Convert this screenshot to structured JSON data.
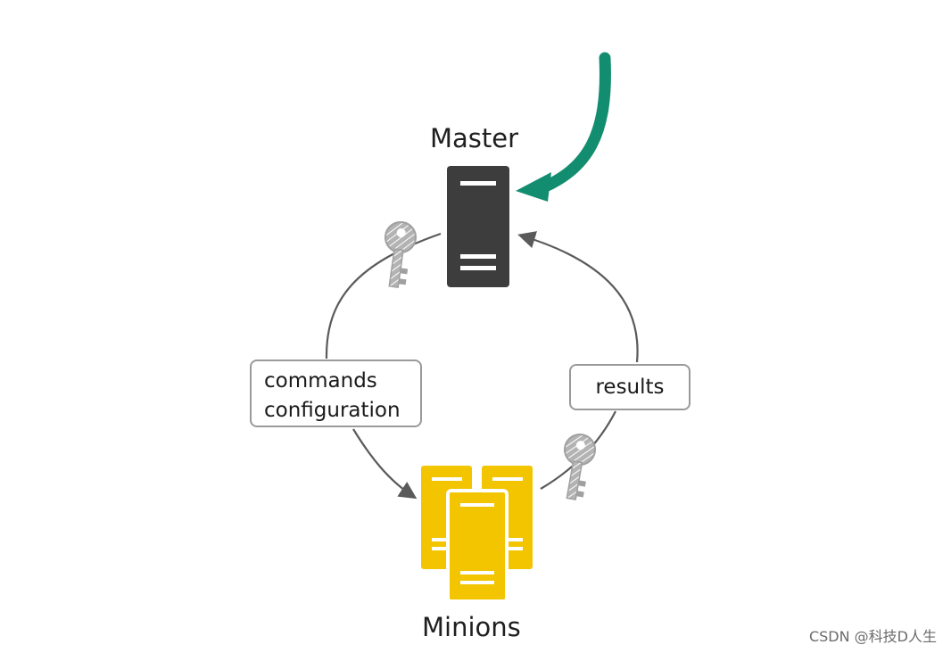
{
  "nodes": {
    "master": {
      "label": "Master",
      "color": "#3d3d3d"
    },
    "minions": {
      "label": "Minions",
      "color": "#f2c500"
    }
  },
  "edges": {
    "commands": {
      "line1": "commands",
      "line2": "configuration"
    },
    "results": {
      "label": "results"
    }
  },
  "colors": {
    "external_arrow": "#138d6f",
    "cycle_arrow": "#5a5a5a",
    "key": "#a0a0a0"
  },
  "icons": [
    "server-icon",
    "key-icon",
    "curved-arrow-icon"
  ],
  "watermark": "CSDN @科技D人生"
}
